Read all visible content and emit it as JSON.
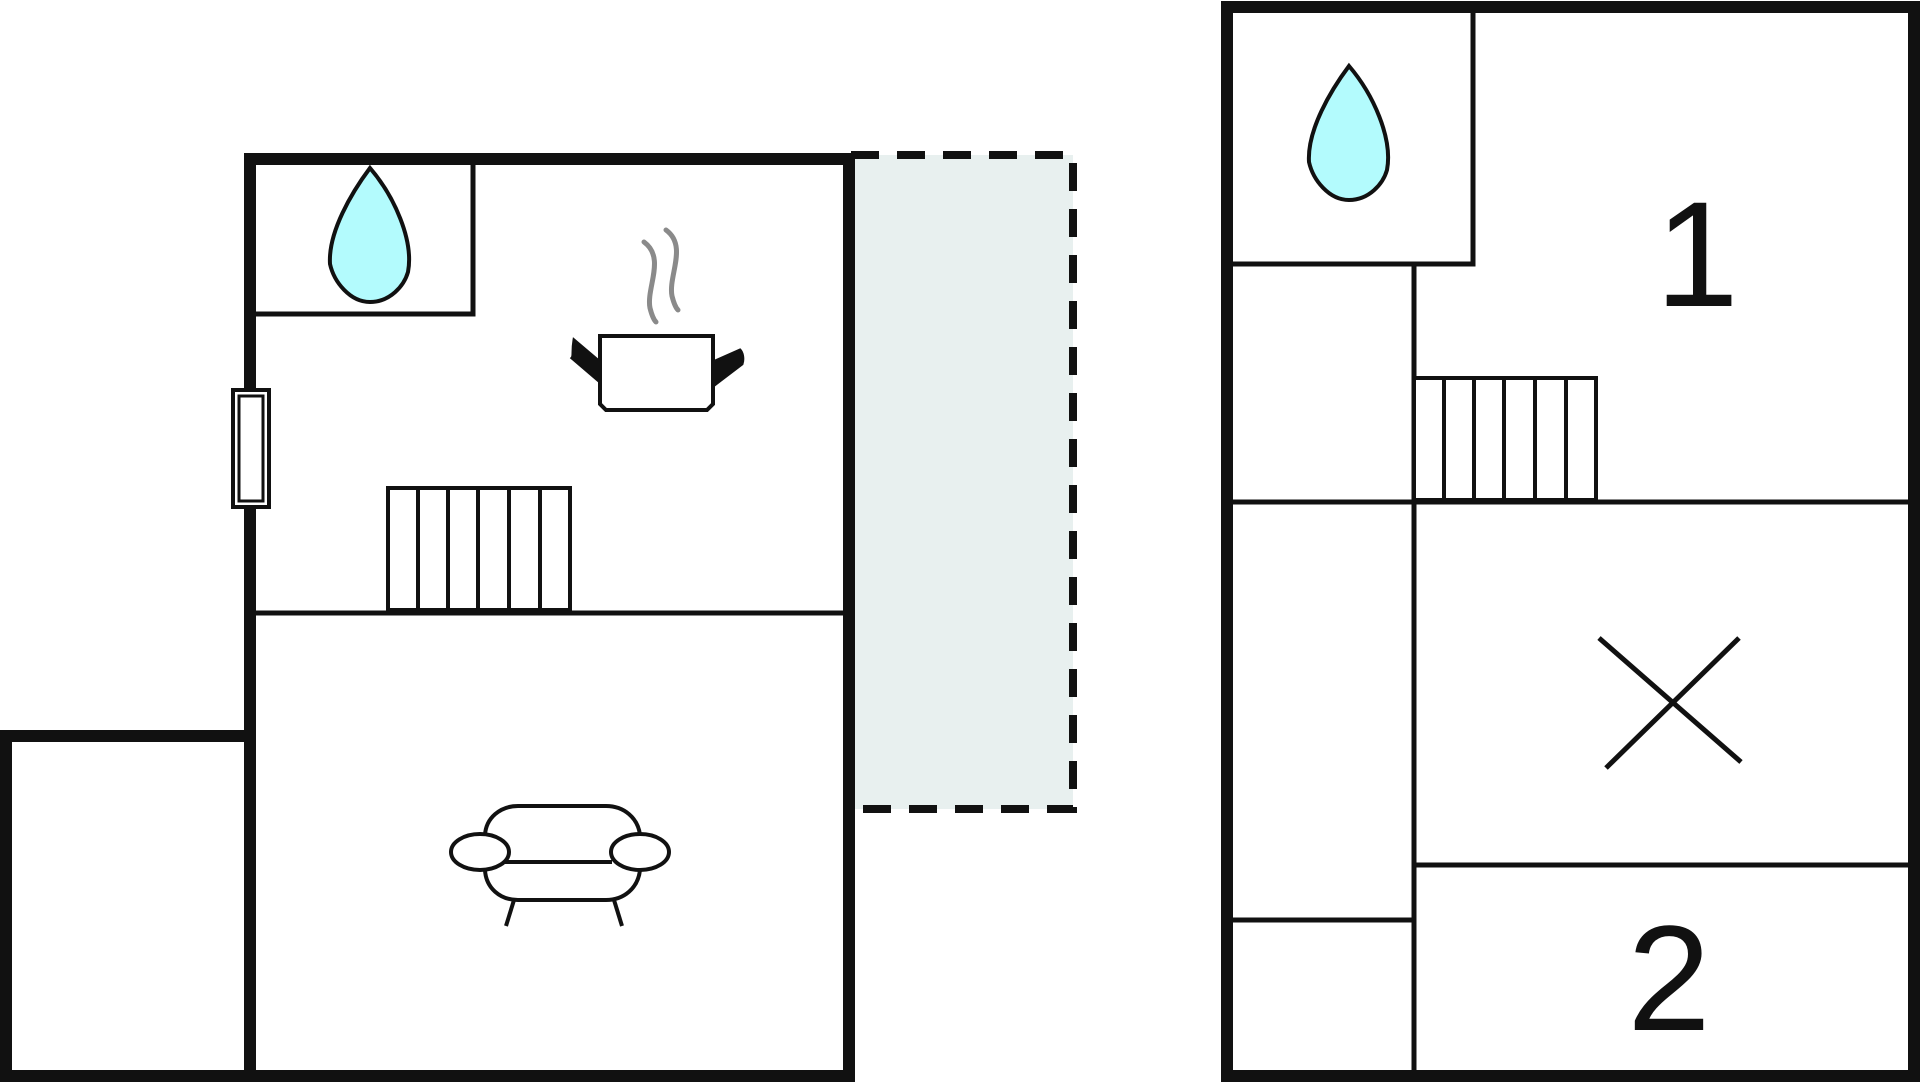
{
  "floors": [
    {
      "rooms": [
        {
          "icon": "bathroom-water-drop-icon"
        },
        {
          "icon": "kitchen-pot-icon"
        },
        {
          "icon": "stairs-icon"
        },
        {
          "icon": "living-room-sofa-icon"
        },
        {
          "icon": "radiator-window-icon"
        },
        {
          "icon": "terrace-dashed-area"
        }
      ]
    },
    {
      "rooms": [
        {
          "icon": "bathroom-water-drop-icon"
        },
        {
          "icon": "stairs-icon"
        },
        {
          "label": "1"
        },
        {
          "icon": "open-to-below-cross-icon"
        },
        {
          "label": "2"
        }
      ]
    }
  ],
  "colors": {
    "wall": "#111111",
    "water_drop": "#b3fbfd",
    "terrace_fill": "#e8f0ef",
    "steam": "#8a8a8a"
  }
}
